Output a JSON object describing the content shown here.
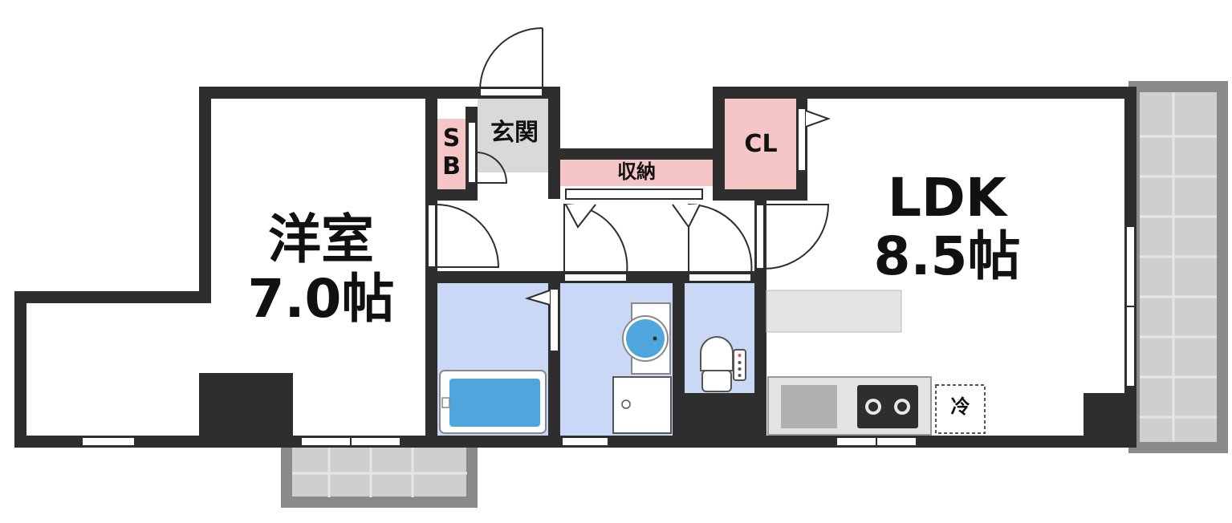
{
  "rooms": {
    "western": {
      "name": "洋室",
      "size": "7.0帖"
    },
    "ldk": {
      "name": "LDK",
      "size": "8.5帖"
    },
    "entrance": {
      "name": "玄関"
    },
    "shoe_box": {
      "line1": "S",
      "line2": "B"
    },
    "closet": {
      "name": "CL"
    },
    "storage": {
      "name": "収納"
    },
    "fridge": {
      "name": "冷"
    }
  },
  "colors": {
    "wall": "#2e2e2e",
    "closet_pink": "#f4c6c6",
    "wet_area_blue": "#c9d9f5",
    "entrance_gray": "#d9d9d9",
    "balcony_gray": "#cfcfcf",
    "counter_gray": "#e3e3e3"
  }
}
